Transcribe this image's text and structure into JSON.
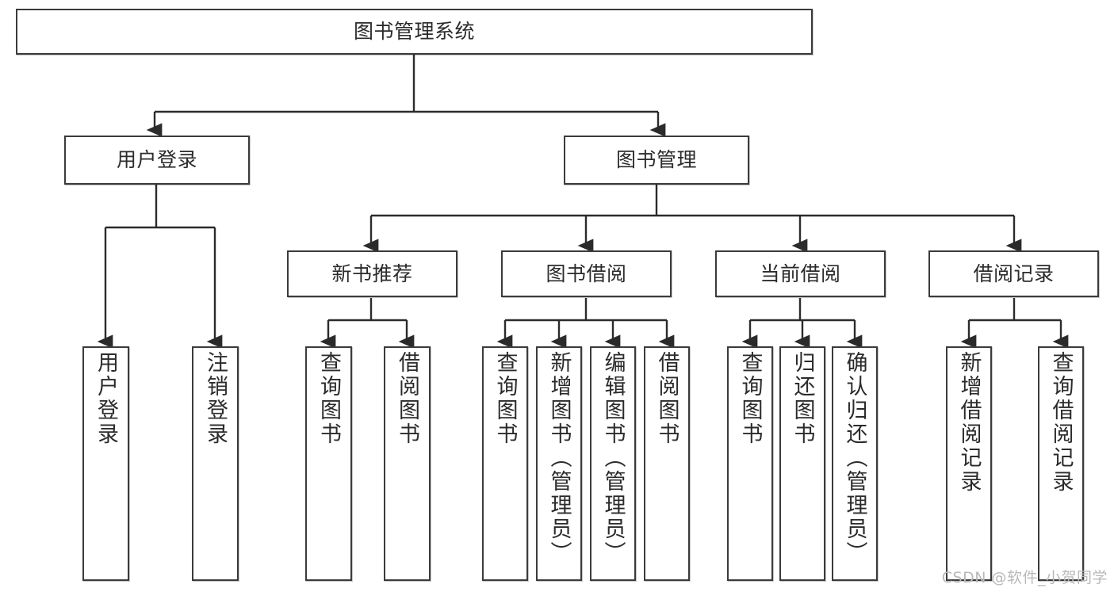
{
  "diagram": {
    "title": "图书管理系统",
    "type": "tree-hierarchy",
    "root": {
      "id": "root",
      "label": "图书管理系统"
    },
    "level2": [
      {
        "id": "user-login",
        "label": "用户登录"
      },
      {
        "id": "book-manage",
        "label": "图书管理"
      }
    ],
    "level3": [
      {
        "id": "new-book-rec",
        "label": "新书推荐",
        "parent": "book-manage"
      },
      {
        "id": "book-borrow",
        "label": "图书借阅",
        "parent": "book-manage"
      },
      {
        "id": "current-borrow",
        "label": "当前借阅",
        "parent": "book-manage"
      },
      {
        "id": "borrow-record",
        "label": "借阅记录",
        "parent": "book-manage"
      }
    ],
    "leaves": {
      "user_login": [
        {
          "id": "leaf-user-login",
          "label": "用户登录"
        },
        {
          "id": "leaf-logout",
          "label": "注销登录"
        }
      ],
      "new_book_rec": [
        {
          "id": "leaf-query-book-1",
          "label": "查询图书"
        },
        {
          "id": "leaf-borrow-book-1",
          "label": "借阅图书"
        }
      ],
      "book_borrow": [
        {
          "id": "leaf-query-book-2",
          "label": "查询图书"
        },
        {
          "id": "leaf-add-book",
          "label": "新增图书（管理员）"
        },
        {
          "id": "leaf-edit-book",
          "label": "编辑图书（管理员）"
        },
        {
          "id": "leaf-borrow-book-2",
          "label": "借阅图书"
        }
      ],
      "current_borrow": [
        {
          "id": "leaf-query-book-3",
          "label": "查询图书"
        },
        {
          "id": "leaf-return-book",
          "label": "归还图书"
        },
        {
          "id": "leaf-confirm-return",
          "label": "确认归还（管理员）"
        }
      ],
      "borrow_record": [
        {
          "id": "leaf-add-record",
          "label": "新增借阅记录"
        },
        {
          "id": "leaf-query-record",
          "label": "查询借阅记录"
        }
      ]
    },
    "watermark": "CSDN @软件_小贺同学",
    "colors": {
      "stroke": "#3b3b3b",
      "fill": "#ffffff",
      "text": "#2b2b2b",
      "watermark": "#b9b9b9"
    }
  }
}
